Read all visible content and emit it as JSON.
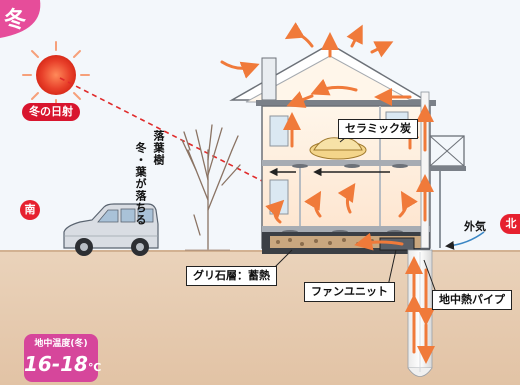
{
  "season_badge": "冬",
  "labels": {
    "winter_sun": "冬の日射",
    "tree_name": "落葉樹",
    "tree_note": "冬・葉が落ちる",
    "south": "南",
    "north": "北",
    "ceramic_charcoal": "セラミック炭",
    "outside_air": "外気",
    "gravel_layer": "グリ石層：蓄熱",
    "fan_unit": "ファンユニット",
    "geothermal_pipe": "地中熱パイプ",
    "ground_temp_title": "地中温度(冬)",
    "ground_temp_value": "16-18",
    "ground_temp_unit": "℃"
  },
  "colors": {
    "season_pink": "#e64d9a",
    "sun_red": "#e8402a",
    "label_red": "#d8152e",
    "airflow_orange": "#f07a3a",
    "ground_tan": "#e7cdb2",
    "sky_blue": "#f1f6fb",
    "temp_pink": "#d6469b"
  },
  "icons": [
    "sun-icon",
    "car-icon",
    "tree-icon",
    "house-icon",
    "airflow-arrow-icon",
    "geothermal-pipe-icon"
  ]
}
